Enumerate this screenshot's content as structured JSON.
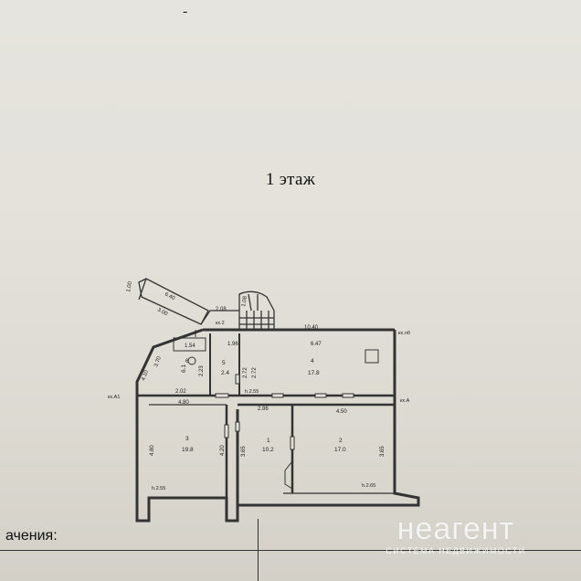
{
  "header": {
    "mark": "-"
  },
  "title": "1 этаж",
  "plan": {
    "exterior_dims": {
      "stair_top": "6.40",
      "stair_side": "1.00",
      "stair_bottom": "3.00",
      "landing_w": "2.08",
      "landing_h": "1.08",
      "top_right": "10.40",
      "left_diag": "3.70",
      "left_small": "4.10"
    },
    "markers": {
      "ks2": "кх.2",
      "top_right": "кх.лб",
      "left": "кх.А1",
      "right": "кх.А",
      "bottom_left": "h.2.55",
      "bottom_right": "h.2.65",
      "room4_level": "h.2.55"
    },
    "rooms": {
      "r6": {
        "number": "6",
        "area": "6.1",
        "dim_top": "1.54",
        "dim_left": "2.23",
        "dim_bottom": "2.02"
      },
      "r5": {
        "number": "5",
        "area": "2.4",
        "dim_top": "1.96",
        "dim_right": "2.72"
      },
      "r4": {
        "number": "4",
        "area": "17.8",
        "dim_top": "6.47",
        "dim_left": "2.72"
      },
      "r3": {
        "number": "3",
        "area": "19.8",
        "dim_top": "4.80",
        "dim_left": "4.80",
        "dim_right": "4.20"
      },
      "r1": {
        "number": "1",
        "area": "10.2",
        "dim_top": "2.86",
        "dim_left": "3.65"
      },
      "r2": {
        "number": "2",
        "area": "17.0",
        "dim_top": "4.50",
        "dim_right": "3.65"
      }
    }
  },
  "notes_label": "ачения:",
  "watermark": {
    "logo": "неагент",
    "tagline": "СИСТЕМА НЕДВИЖИМОСТИ"
  }
}
